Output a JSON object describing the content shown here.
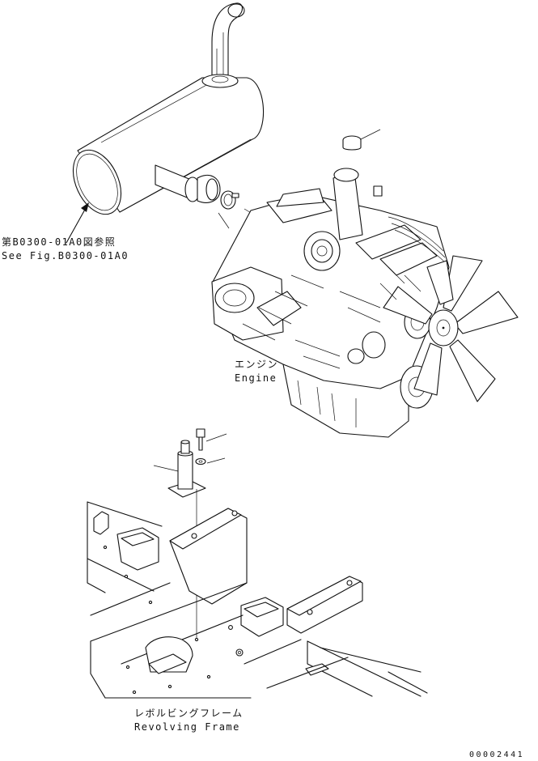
{
  "labels": {
    "muffler_ref_jp": "第B0300-01A0図参照",
    "muffler_ref_en": "See Fig.B0300-01A0",
    "engine_jp": "エンジン",
    "engine_en": "Engine",
    "frame_jp": "レボルビングフレーム",
    "frame_en": "Revolving Frame",
    "drawing_number": "00002441"
  },
  "colors": {
    "line": "#111111",
    "background": "#ffffff"
  }
}
